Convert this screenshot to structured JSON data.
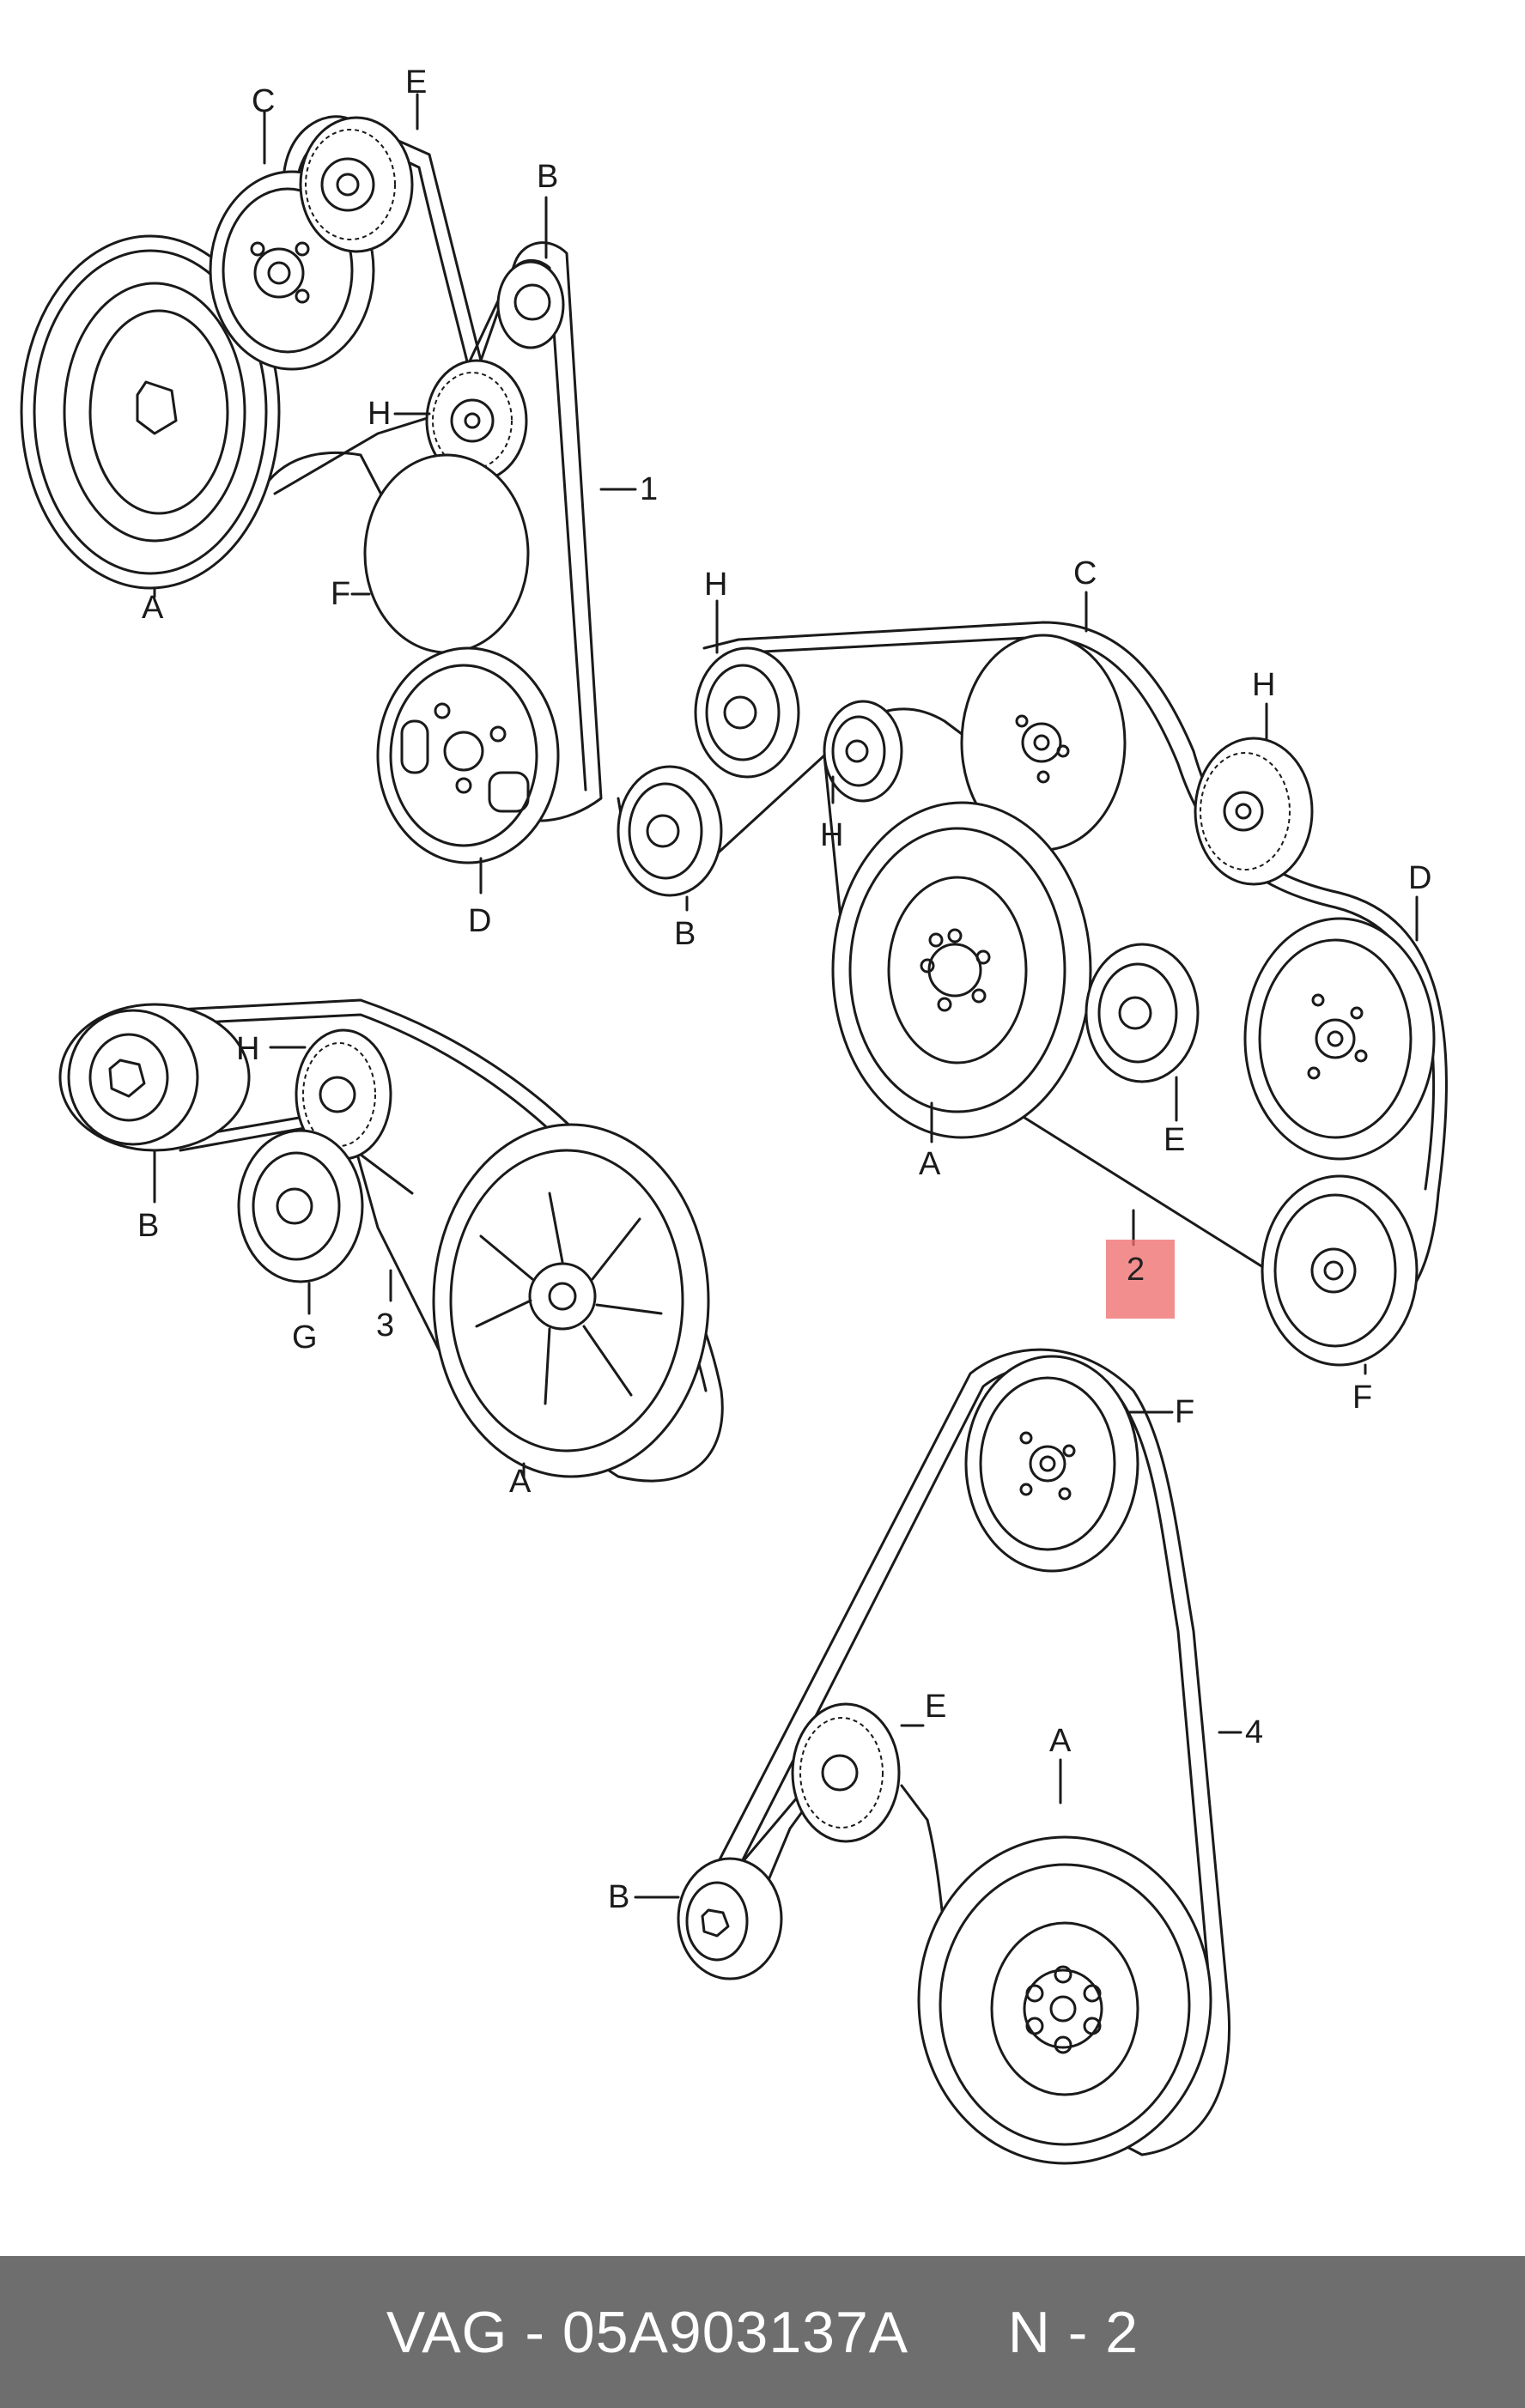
{
  "diagram": {
    "callouts": {
      "belt_1": "1",
      "belt_2": "2",
      "belt_3": "3",
      "belt_4": "4"
    },
    "letters": {
      "A": "A",
      "B": "B",
      "C": "C",
      "D": "D",
      "E": "E",
      "F": "F",
      "G": "G",
      "H": "H"
    }
  },
  "footer": {
    "part_text": "VAG - 05A903137A",
    "page_text": "N - 2"
  },
  "colors": {
    "footer_bg": "#6e6e6e",
    "highlight": "#f06e6e",
    "line": "#1a1a1a"
  }
}
